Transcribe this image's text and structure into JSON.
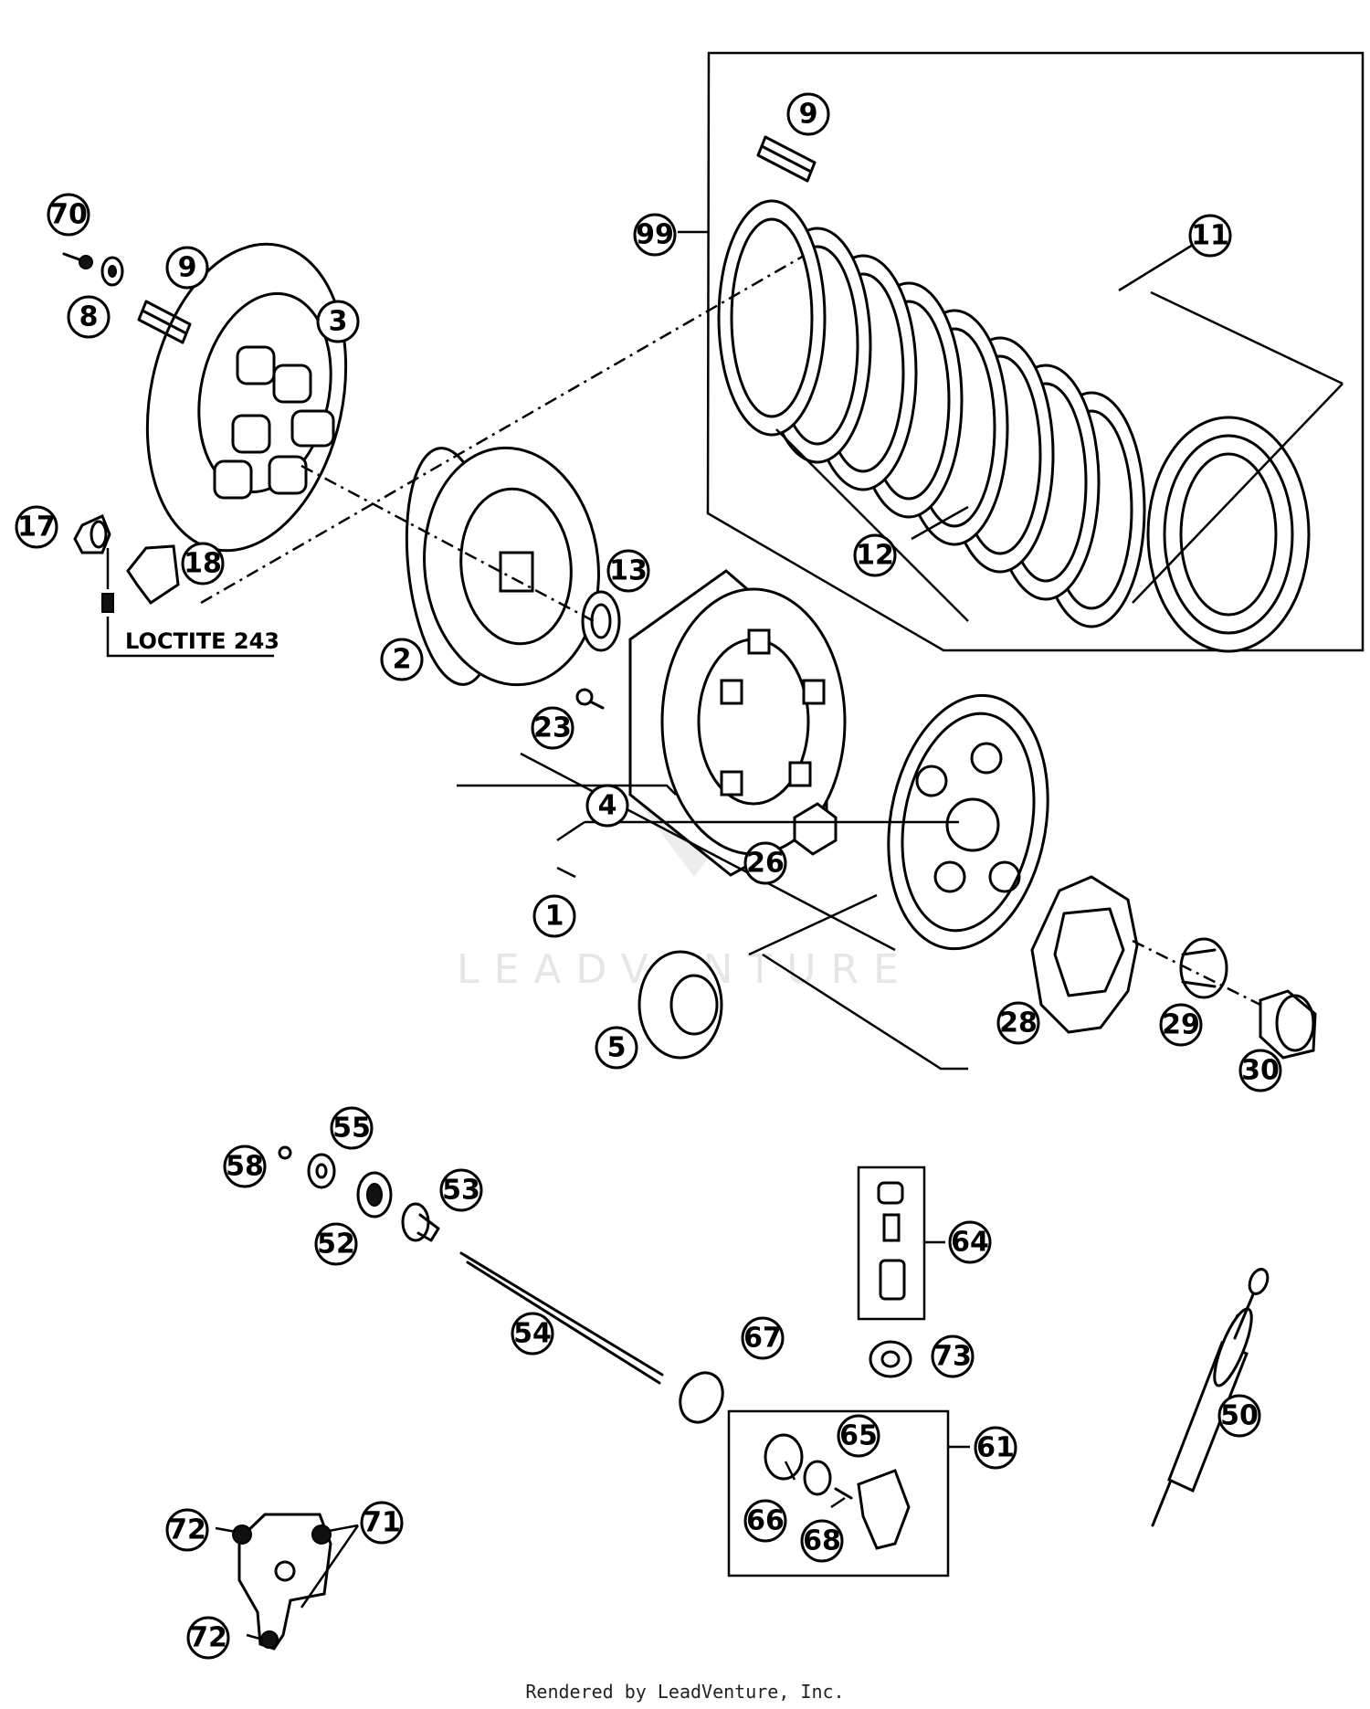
{
  "callouts": [
    {
      "label": "9"
    },
    {
      "label": "99"
    },
    {
      "label": "11"
    },
    {
      "label": "70"
    },
    {
      "label": "9"
    },
    {
      "label": "8"
    },
    {
      "label": "3"
    },
    {
      "label": "17"
    },
    {
      "label": "18"
    },
    {
      "label": "13"
    },
    {
      "label": "12"
    },
    {
      "label": "2"
    },
    {
      "label": "23"
    },
    {
      "label": "4"
    },
    {
      "label": "26"
    },
    {
      "label": "1"
    },
    {
      "label": "5"
    },
    {
      "label": "28"
    },
    {
      "label": "29"
    },
    {
      "label": "30"
    },
    {
      "label": "55"
    },
    {
      "label": "58"
    },
    {
      "label": "53"
    },
    {
      "label": "52"
    },
    {
      "label": "64"
    },
    {
      "label": "54"
    },
    {
      "label": "67"
    },
    {
      "label": "73"
    },
    {
      "label": "50"
    },
    {
      "label": "65"
    },
    {
      "label": "61"
    },
    {
      "label": "72"
    },
    {
      "label": "71"
    },
    {
      "label": "66"
    },
    {
      "label": "68"
    },
    {
      "label": "72"
    }
  ],
  "notes": {
    "loctite": "LOCTITE 243"
  },
  "watermark": {
    "text": "LEADVENTURE"
  },
  "footer": {
    "text": "Rendered by LeadVenture, Inc."
  }
}
